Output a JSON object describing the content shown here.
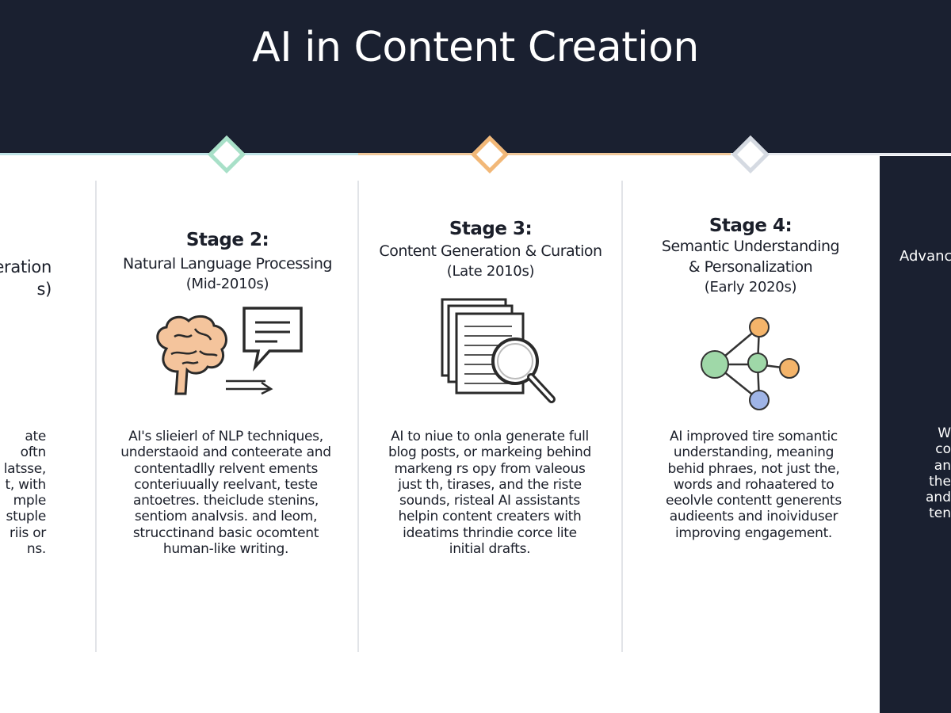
{
  "title": "AI in Content Creation",
  "colors": {
    "header": "#1a2030",
    "stage2": "#a8e0c8",
    "stage3": "#f2b878",
    "stage4": "#d5dae2"
  },
  "stage1": {
    "heading_fragments": [
      "eration",
      "s)"
    ],
    "body_fragments": [
      "ate",
      "oftn",
      "latsse,",
      "t, with",
      "mple",
      "stuple",
      "riis or",
      "ns."
    ]
  },
  "stage2": {
    "stage": "Stage 2:",
    "name": "Natural Language Processing",
    "period": "(Mid-2010s)",
    "icon": "brain-speech-icon",
    "body": [
      "AI's slieierl of NLP techniques,",
      "understaoid and conteerate and",
      "contentadlly relvent ements",
      "conteriuually reelvant, teste",
      "antoetres. theiclude stenins,",
      "sentiom analvsis. and leom,",
      "strucctinand basic ocomtent",
      "human-like writing."
    ]
  },
  "stage3": {
    "stage": "Stage 3:",
    "name": "Content Generation & Curation",
    "period": "(Late 2010s)",
    "icon": "documents-search-icon",
    "body": [
      "AI to niue to onla generate full",
      "blog posts, or markeing behind",
      "markeng rs opy from valeous",
      "just th, tirases, and the riste",
      "sounds, risteal AI assistants",
      "helpin content creaters with",
      "ideatims thrindie corce lite",
      "initial drafts."
    ]
  },
  "stage4": {
    "stage": "Stage 4:",
    "name_line1": "Semantic Understanding",
    "name_line2": "& Personalization",
    "period": "(Early 2020s)",
    "icon": "network-nodes-icon",
    "body": [
      "AI improved tire somantic",
      "understanding, meaning",
      "behid phraes, not just the,",
      "words and rohaatered to",
      "eeolvle contentt generents",
      "audieents and inoividuser",
      "improving engagement."
    ]
  },
  "stage5": {
    "heading_fragment": "Advanc",
    "body_fragments": [
      "W",
      "co",
      "an",
      "the",
      "and",
      "ten"
    ]
  }
}
